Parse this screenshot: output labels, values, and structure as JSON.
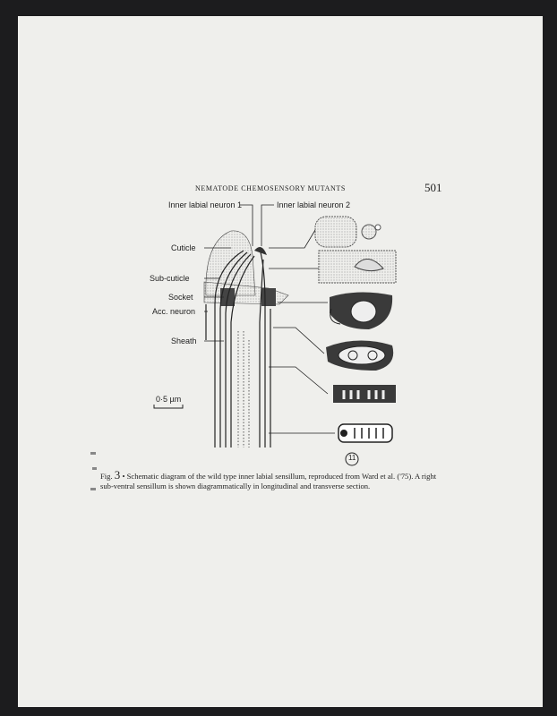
{
  "header": {
    "running_title": "NEMATODE CHEMOSENSORY MUTANTS",
    "page_number": "501"
  },
  "figure": {
    "labels": {
      "neuron1": "Inner labial neuron 1",
      "neuron2": "Inner labial neuron 2",
      "cuticle": "Cuticle",
      "subcuticle": "Sub-cuticle",
      "socket": "Socket",
      "acc_neuron": "Acc. neuron",
      "sheath": "Sheath",
      "scale": "0·5 µm",
      "panel": "11"
    }
  },
  "caption": {
    "fig_label": "Fig.",
    "fig_number": "3",
    "text": "• Schematic diagram of the wild type inner labial sensillum, reproduced from Ward et al. ('75). A right sub-ventral sensillum is shown diagrammatically in longitudinal and transverse section."
  }
}
